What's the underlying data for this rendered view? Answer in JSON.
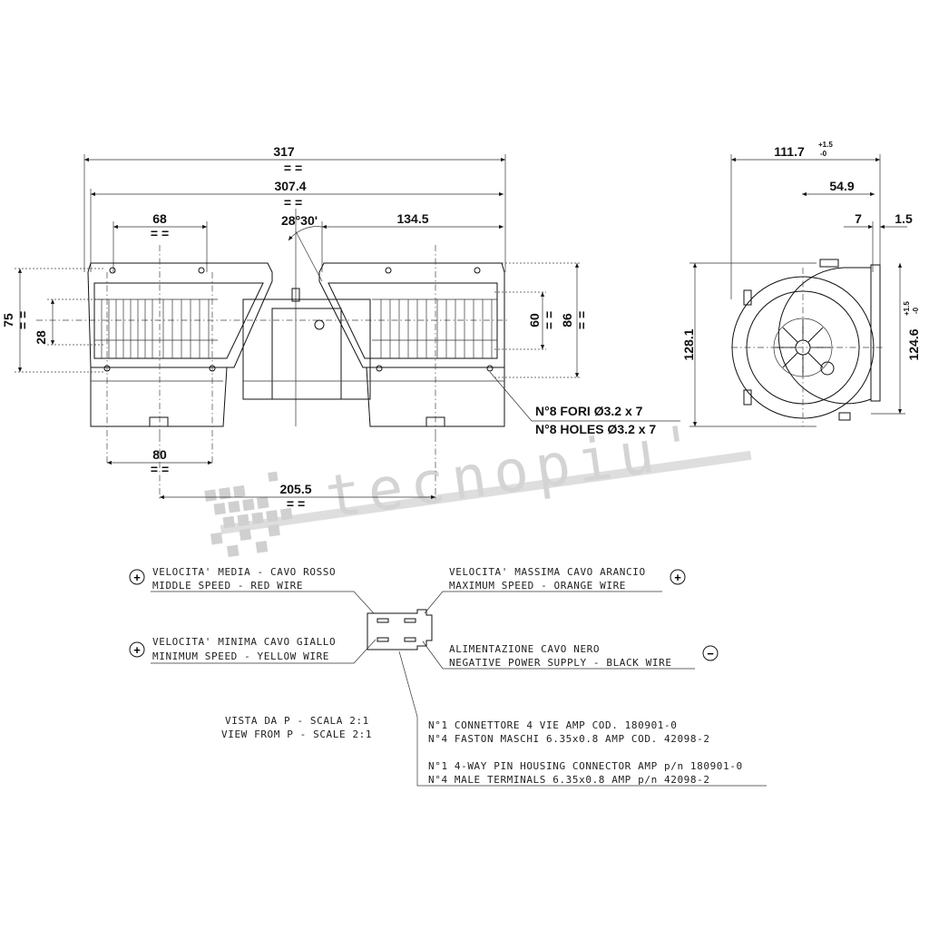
{
  "front_view": {
    "dim_overall": "317",
    "dim_inner": "307.4",
    "dim_angle": "28°30'",
    "dim_left_span": "68",
    "dim_right_span": "134.5",
    "dim_height_outer": "75",
    "dim_height_inner": "28",
    "dim_right_height_1": "60",
    "dim_right_height_2": "86",
    "dim_bottom_1": "80",
    "dim_bottom_2": "205.5",
    "holes_it": "N°8 FORI Ø3.2 x 7",
    "holes_en": "N°8 HOLES Ø3.2 x 7"
  },
  "side_view": {
    "dim_width": "111.7",
    "dim_width_tol_plus": "+1.5",
    "dim_width_tol_minus": "-0",
    "dim_mid": "54.9",
    "dim_small_1": "7",
    "dim_small_2": "1.5",
    "dim_height": "128.1",
    "dim_height_2": "124.6",
    "dim_height_2_tol_plus": "+1.5",
    "dim_height_2_tol_minus": "-0"
  },
  "watermark": "tecnopiu'",
  "wiring": {
    "middle_it": "VELOCITA' MEDIA - CAVO ROSSO",
    "middle_en": "MIDDLE SPEED - RED WIRE",
    "max_it": "VELOCITA' MASSIMA CAVO ARANCIO",
    "max_en": "MAXIMUM SPEED - ORANGE WIRE",
    "min_it": "VELOCITA' MINIMA CAVO GIALLO",
    "min_en": "MINIMUM SPEED - YELLOW WIRE",
    "neg_it": "ALIMENTAZIONE CAVO NERO",
    "neg_en": "NEGATIVE POWER SUPPLY - BLACK WIRE",
    "plus_symbol": "+",
    "minus_symbol": "−",
    "view_it": "VISTA DA P - SCALA 2:1",
    "view_en": "VIEW FROM P - SCALE 2:1",
    "conn_it_1": "N°1 CONNETTORE 4 VIE AMP COD. 180901-0",
    "conn_it_2": "N°4 FASTON MASCHI 6.35x0.8 AMP COD. 42098-2",
    "conn_en_1": "N°1 4-WAY PIN HOUSING CONNECTOR AMP p/n 180901-0",
    "conn_en_2": "N°4 MALE TERMINALS 6.35x0.8 AMP p/n 42098-2"
  }
}
